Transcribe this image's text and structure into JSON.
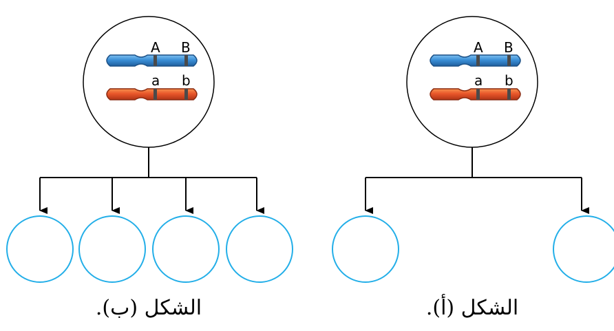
{
  "colors": {
    "upper_chromosome": "#3b8fd6",
    "lower_chromosome": "#e8562a",
    "daughter_cell_outline": "#22aee8",
    "band": "#4a4a4a",
    "line": "#000000"
  },
  "figure_b": {
    "allele_top_1": "A",
    "allele_top_2": "B",
    "allele_bottom_1": "a",
    "allele_bottom_2": "b",
    "daughter_cell_count": 4,
    "caption": "الشكل (ب)."
  },
  "figure_a": {
    "allele_top_1": "A",
    "allele_top_2": "B",
    "allele_bottom_1": "a",
    "allele_bottom_2": "b",
    "daughter_cell_count": 2,
    "caption": "الشكل (أ)."
  }
}
